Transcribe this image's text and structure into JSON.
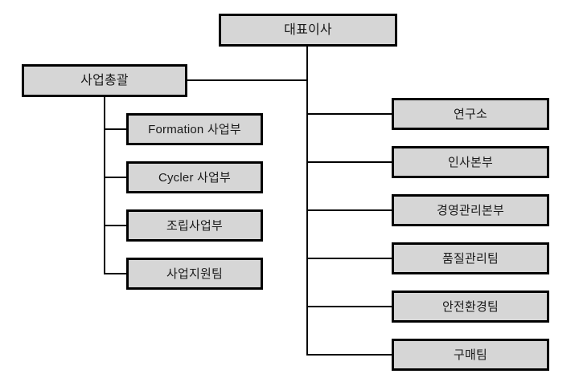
{
  "chart": {
    "type": "org-chart",
    "title": "",
    "root": {
      "id": "ceo",
      "label": "대표이사"
    },
    "left_branch": {
      "head": {
        "id": "business-head",
        "label": "사업총괄"
      },
      "children": [
        {
          "id": "formation-div",
          "label": "Formation 사업부"
        },
        {
          "id": "cycler-div",
          "label": "Cycler 사업부"
        },
        {
          "id": "assembly-div",
          "label": "조립사업부"
        },
        {
          "id": "business-support-team",
          "label": "사업지원팀"
        }
      ]
    },
    "right_branch": {
      "children": [
        {
          "id": "research-institute",
          "label": "연구소"
        },
        {
          "id": "hr-division",
          "label": "인사본부"
        },
        {
          "id": "management-division",
          "label": "경영관리본부"
        },
        {
          "id": "quality-team",
          "label": "품질관리팀"
        },
        {
          "id": "safety-environment-team",
          "label": "안전환경팀"
        },
        {
          "id": "purchasing-team",
          "label": "구매팀"
        }
      ]
    },
    "style": {
      "box_fill": "#d6d6d6",
      "box_border": "#000000",
      "line_color": "#000000",
      "background": "#ffffff",
      "text_color": "#1a1a1a"
    }
  }
}
